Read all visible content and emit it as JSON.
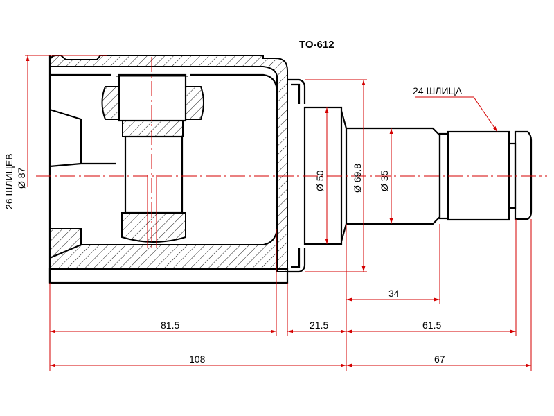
{
  "title": "TO-612",
  "colors": {
    "dimension": "#d40000",
    "outline": "#000000"
  },
  "annotations": {
    "housing_splines": "26 ШЛИЦЕВ",
    "housing_diameter": "Ø 87",
    "shaft_splines": "24 ШЛИЦА"
  },
  "diameters": {
    "d50": "Ø 50",
    "d69_8": "Ø 69.8",
    "d35": "Ø 35"
  },
  "lengths": {
    "l34": "34",
    "l81_5": "81.5",
    "l21_5": "21.5",
    "l61_5": "61.5",
    "l108": "108",
    "l67": "67"
  }
}
